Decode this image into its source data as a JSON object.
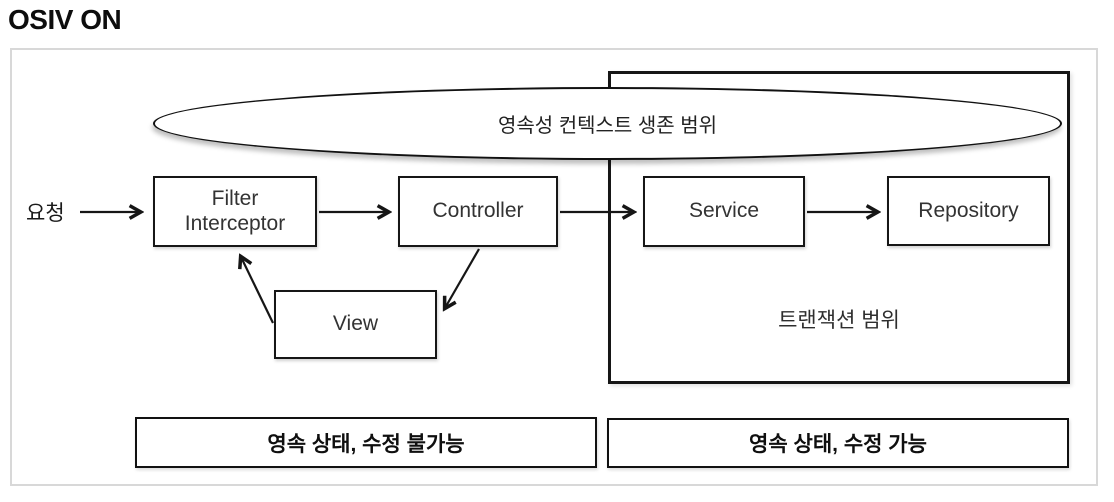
{
  "title": "OSIV ON",
  "diagram": {
    "persistence_scope_label": "영속성 컨텍스트 생존 범위",
    "request_label": "요청",
    "transaction_scope_label": "트랜잭션 범위",
    "nodes": {
      "filter_line1": "Filter",
      "filter_line2": "Interceptor",
      "controller": "Controller",
      "service": "Service",
      "repository": "Repository",
      "view": "View"
    },
    "legend": {
      "left": "영속 상태, 수정 불가능",
      "right": "영속 상태, 수정 가능"
    }
  },
  "colors": {
    "node_border": "#161616",
    "frame_border": "#d8d8d8",
    "background": "#ffffff",
    "text": "#2e2e2e"
  }
}
